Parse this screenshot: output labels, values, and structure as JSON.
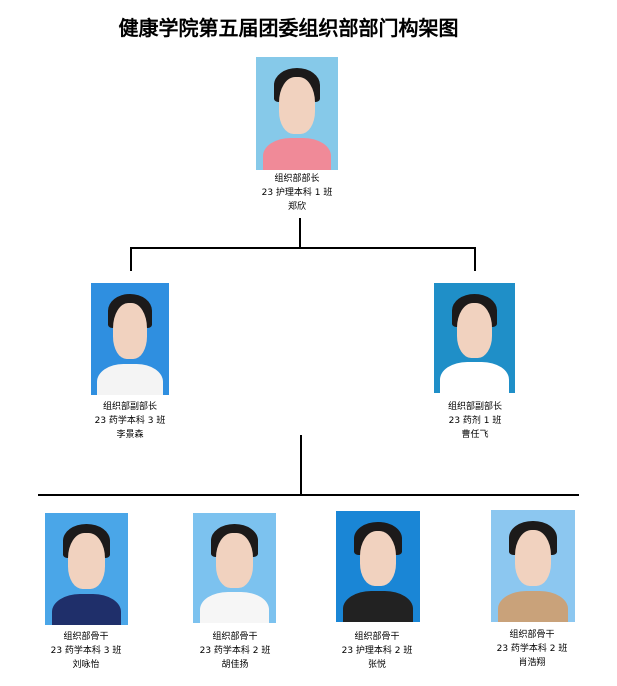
{
  "title": "健康学院第五届团委组织部部门构架图",
  "head": {
    "role": "组织部部长",
    "class": "23 护理本科 1 班",
    "name": "郑欣",
    "bg": "#86c9e9",
    "clothes": "#f08a98"
  },
  "deputies": [
    {
      "role": "组织部副部长",
      "class": "23 药学本科 3 班",
      "name": "李景森",
      "bg": "#2f8fe0",
      "clothes": "#f4f4f4"
    },
    {
      "role": "组织部副部长",
      "class": "23 药剂 1 班",
      "name": "曹任飞",
      "bg": "#1f8fc8",
      "clothes": "#ffffff"
    }
  ],
  "members": [
    {
      "role": "组织部骨干",
      "class": "23 药学本科 3 班",
      "name": "刘咏怡",
      "bg": "#4aa6e8",
      "clothes": "#1f2f6a"
    },
    {
      "role": "组织部骨干",
      "class": "23 药学本科 2 班",
      "name": "胡佳扬",
      "bg": "#7cc2ef",
      "clothes": "#f6f6f6"
    },
    {
      "role": "组织部骨干",
      "class": "23 护理本科 2 班",
      "name": "张悦",
      "bg": "#1a86d6",
      "clothes": "#222"
    },
    {
      "role": "组织部骨干",
      "class": "23 药学本科 2 班",
      "name": "肖浩翔",
      "bg": "#8cc7f0",
      "clothes": "#c9a27a"
    }
  ]
}
